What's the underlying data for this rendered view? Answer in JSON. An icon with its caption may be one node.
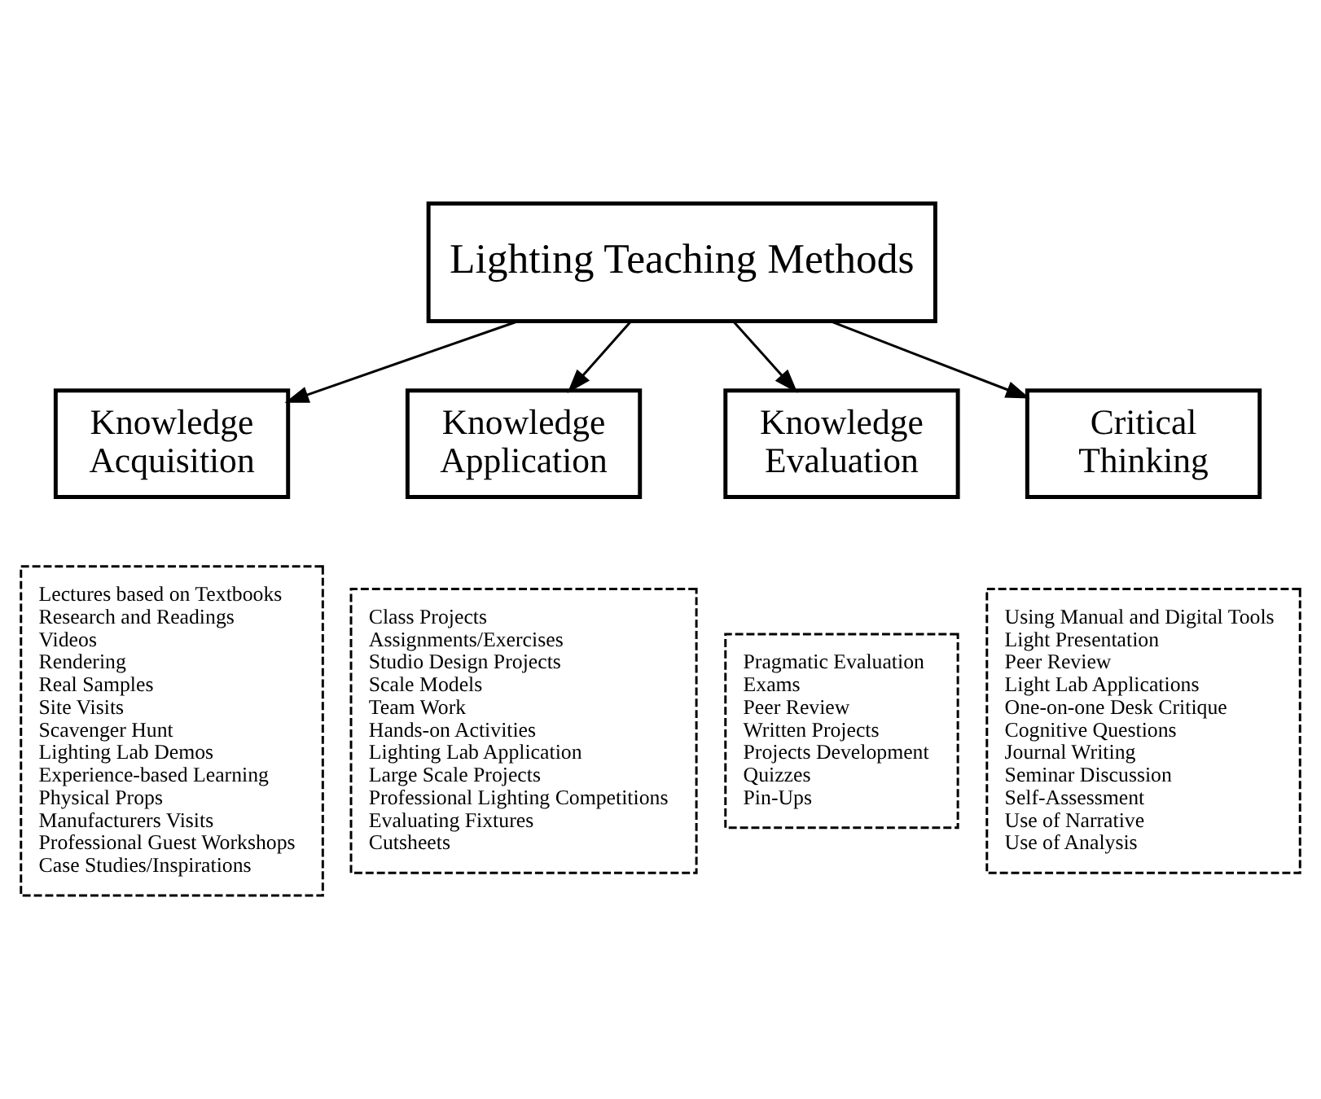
{
  "diagram": {
    "nodes": [
      {
        "text": [
          "Lighting Teaching Methods"
        ]
      },
      {
        "text": [
          "Knowledge Acquisition"
        ]
      },
      {
        "text": [
          "Knowledge Application"
        ]
      },
      {
        "text": [
          "Knowledge Evaluation"
        ]
      },
      {
        "text": [
          "Critical Thinking"
        ]
      },
      {
        "text": [
          "Lectures based on Textbooks",
          "Research and Readings",
          "Videos",
          "Rendering",
          "Real Samples",
          "Site Visits",
          "Scavenger Hunt",
          "Lighting Lab Demos",
          "Experience-based Learning",
          "Physical Props",
          "Manufacturers Visits",
          "Professional Guest Workshops",
          "Case Studies/Inspirations"
        ]
      },
      {
        "text": [
          "Class Projects",
          "Assignments/Exercises",
          "Studio Design Projects",
          "Scale Models",
          "Team Work",
          "Hands-on Activities",
          "Lighting Lab Application",
          "Large Scale Projects",
          "Professional Lighting Competitions",
          "Evaluating Fixtures",
          "Cutsheets"
        ]
      },
      {
        "text": [
          "Pragmatic Evaluation",
          "Exams",
          "Peer Review",
          "Written Projects",
          "Projects Development",
          "Quizzes",
          "Pin-Ups"
        ]
      },
      {
        "text": [
          "Using Manual and Digital Tools",
          "Light Presentation",
          "Peer Review",
          "Light Lab Applications",
          "One-on-one Desk Critique",
          "Cognitive Questions",
          "Journal Writing",
          "Seminar Discussion",
          "Self-Assessment",
          "Use of Narrative",
          "Use of Analysis"
        ]
      }
    ],
    "edges": [
      {
        "from": 0,
        "to": 1,
        "arrow": "to"
      },
      {
        "from": 0,
        "to": 2,
        "arrow": "to"
      },
      {
        "from": 0,
        "to": 3,
        "arrow": "to"
      },
      {
        "from": 0,
        "to": 4,
        "arrow": "to"
      }
    ]
  }
}
